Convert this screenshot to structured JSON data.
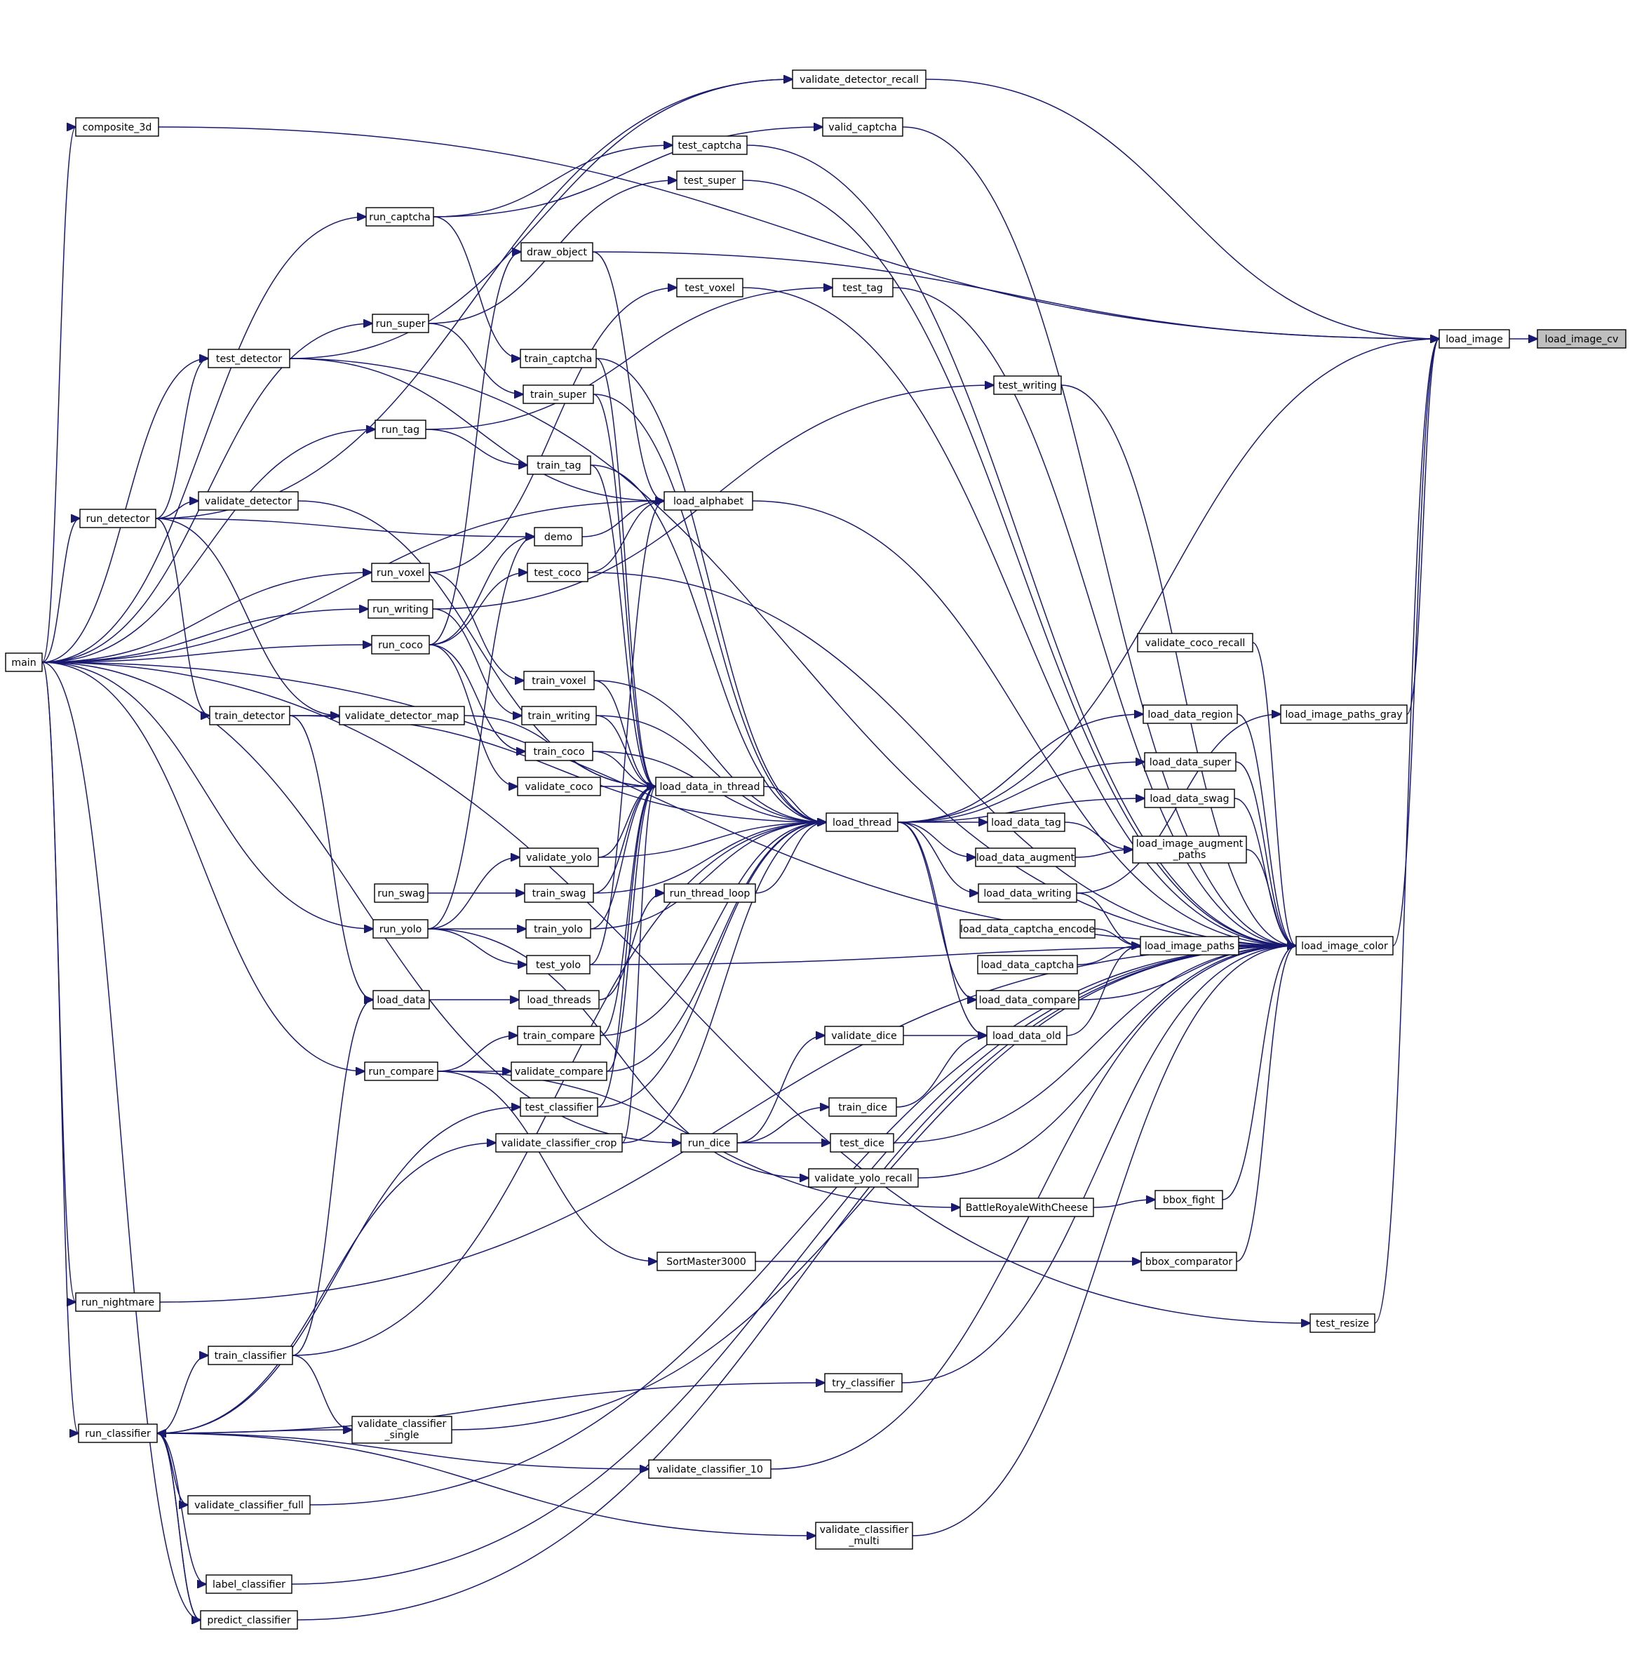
{
  "graph": {
    "type": "caller-graph",
    "root": "load_image_cv",
    "colors": {
      "edge": "#191970",
      "node_border": "#000000",
      "node_fill": "#ffffff",
      "root_fill": "#bfbfbf"
    },
    "nodes": [
      {
        "id": "load_image_cv",
        "label": "load_image_cv"
      },
      {
        "id": "load_image",
        "label": "load_image"
      },
      {
        "id": "load_image_paths_gray",
        "label": "load_image_paths_gray"
      },
      {
        "id": "test_resize",
        "label": "test_resize"
      },
      {
        "id": "load_image_color",
        "label": "load_image_color"
      },
      {
        "id": "validate_coco_recall",
        "label": "validate_coco_recall"
      },
      {
        "id": "load_data_region",
        "label": "load_data_region"
      },
      {
        "id": "load_data_super",
        "label": "load_data_super"
      },
      {
        "id": "load_data_swag",
        "label": "load_data_swag"
      },
      {
        "id": "load_image_augment_paths",
        "label": "load_image_augment\n_paths"
      },
      {
        "id": "load_image_paths",
        "label": "load_image_paths"
      },
      {
        "id": "bbox_fight",
        "label": "bbox_fight"
      },
      {
        "id": "bbox_comparator",
        "label": "bbox_comparator"
      },
      {
        "id": "load_data_tag",
        "label": "load_data_tag"
      },
      {
        "id": "load_data_augment",
        "label": "load_data_augment"
      },
      {
        "id": "load_data_writing",
        "label": "load_data_writing"
      },
      {
        "id": "load_data_captcha_encode",
        "label": "load_data_captcha_encode"
      },
      {
        "id": "load_data_captcha",
        "label": "load_data_captcha"
      },
      {
        "id": "load_data_compare",
        "label": "load_data_compare"
      },
      {
        "id": "load_data_old",
        "label": "load_data_old"
      },
      {
        "id": "validate_dice",
        "label": "validate_dice"
      },
      {
        "id": "train_dice",
        "label": "train_dice"
      },
      {
        "id": "test_dice",
        "label": "test_dice"
      },
      {
        "id": "run_dice",
        "label": "run_dice"
      },
      {
        "id": "validate_yolo_recall",
        "label": "validate_yolo_recall"
      },
      {
        "id": "BattleRoyaleWithCheese",
        "label": "BattleRoyaleWithCheese"
      },
      {
        "id": "SortMaster3000",
        "label": "SortMaster3000"
      },
      {
        "id": "try_classifier",
        "label": "try_classifier"
      },
      {
        "id": "validate_classifier_multi",
        "label": "validate_classifier\n_multi"
      },
      {
        "id": "validate_classifier_10",
        "label": "validate_classifier_10"
      },
      {
        "id": "load_thread",
        "label": "load_thread"
      },
      {
        "id": "load_data_in_thread",
        "label": "load_data_in_thread"
      },
      {
        "id": "run_thread_loop",
        "label": "run_thread_loop"
      },
      {
        "id": "load_alphabet",
        "label": "load_alphabet"
      },
      {
        "id": "test_writing",
        "label": "test_writing"
      },
      {
        "id": "validate_detector_recall",
        "label": "validate_detector_recall"
      },
      {
        "id": "valid_captcha",
        "label": "valid_captcha"
      },
      {
        "id": "test_captcha",
        "label": "test_captcha"
      },
      {
        "id": "test_super",
        "label": "test_super"
      },
      {
        "id": "test_tag",
        "label": "test_tag"
      },
      {
        "id": "test_voxel",
        "label": "test_voxel"
      },
      {
        "id": "draw_object",
        "label": "draw_object"
      },
      {
        "id": "train_captcha",
        "label": "train_captcha"
      },
      {
        "id": "train_super",
        "label": "train_super"
      },
      {
        "id": "train_tag",
        "label": "train_tag"
      },
      {
        "id": "demo",
        "label": "demo"
      },
      {
        "id": "test_coco",
        "label": "test_coco"
      },
      {
        "id": "train_voxel",
        "label": "train_voxel"
      },
      {
        "id": "train_writing",
        "label": "train_writing"
      },
      {
        "id": "train_coco",
        "label": "train_coco"
      },
      {
        "id": "validate_coco",
        "label": "validate_coco"
      },
      {
        "id": "validate_yolo",
        "label": "validate_yolo"
      },
      {
        "id": "train_swag",
        "label": "train_swag"
      },
      {
        "id": "train_yolo",
        "label": "train_yolo"
      },
      {
        "id": "test_yolo",
        "label": "test_yolo"
      },
      {
        "id": "load_threads",
        "label": "load_threads"
      },
      {
        "id": "train_compare",
        "label": "train_compare"
      },
      {
        "id": "validate_compare",
        "label": "validate_compare"
      },
      {
        "id": "test_classifier",
        "label": "test_classifier"
      },
      {
        "id": "validate_classifier_crop",
        "label": "validate_classifier_crop"
      },
      {
        "id": "composite_3d",
        "label": "composite_3d"
      },
      {
        "id": "run_captcha",
        "label": "run_captcha"
      },
      {
        "id": "run_super",
        "label": "run_super"
      },
      {
        "id": "test_detector",
        "label": "test_detector"
      },
      {
        "id": "run_tag",
        "label": "run_tag"
      },
      {
        "id": "validate_detector",
        "label": "validate_detector"
      },
      {
        "id": "run_voxel",
        "label": "run_voxel"
      },
      {
        "id": "run_writing",
        "label": "run_writing"
      },
      {
        "id": "run_coco",
        "label": "run_coco"
      },
      {
        "id": "train_detector",
        "label": "train_detector"
      },
      {
        "id": "validate_detector_map",
        "label": "validate_detector_map"
      },
      {
        "id": "run_swag",
        "label": "run_swag"
      },
      {
        "id": "run_yolo",
        "label": "run_yolo"
      },
      {
        "id": "load_data",
        "label": "load_data"
      },
      {
        "id": "run_compare",
        "label": "run_compare"
      },
      {
        "id": "run_detector",
        "label": "run_detector"
      },
      {
        "id": "main",
        "label": "main"
      },
      {
        "id": "run_nightmare",
        "label": "run_nightmare"
      },
      {
        "id": "train_classifier",
        "label": "train_classifier"
      },
      {
        "id": "run_classifier",
        "label": "run_classifier"
      },
      {
        "id": "validate_classifier_single",
        "label": "validate_classifier\n_single"
      },
      {
        "id": "validate_classifier_full",
        "label": "validate_classifier_full"
      },
      {
        "id": "label_classifier",
        "label": "label_classifier"
      },
      {
        "id": "predict_classifier",
        "label": "predict_classifier"
      }
    ],
    "edges": [
      [
        "load_image",
        "load_image_cv"
      ],
      [
        "load_image_paths_gray",
        "load_image"
      ],
      [
        "test_resize",
        "load_image"
      ],
      [
        "load_image_color",
        "load_image"
      ],
      [
        "load_thread",
        "load_image"
      ],
      [
        "draw_object",
        "load_image"
      ],
      [
        "composite_3d",
        "load_image"
      ],
      [
        "validate_detector_recall",
        "load_image"
      ],
      [
        "load_image_augment_paths",
        "load_image_color"
      ],
      [
        "load_image_paths",
        "load_image_color"
      ],
      [
        "load_data_compare",
        "load_image_color"
      ],
      [
        "validate_coco_recall",
        "load_image_color"
      ],
      [
        "load_data_region",
        "load_image_color"
      ],
      [
        "load_data_super",
        "load_image_color"
      ],
      [
        "load_data_swag",
        "load_image_color"
      ],
      [
        "bbox_fight",
        "load_image_color"
      ],
      [
        "bbox_comparator",
        "load_image_color"
      ],
      [
        "test_dice",
        "load_image_color"
      ],
      [
        "validate_yolo_recall",
        "load_image_color"
      ],
      [
        "test_yolo",
        "load_image_color"
      ],
      [
        "try_classifier",
        "load_image_color"
      ],
      [
        "validate_classifier_single",
        "load_image_color"
      ],
      [
        "validate_classifier_10",
        "load_image_color"
      ],
      [
        "validate_classifier_full",
        "load_image_color"
      ],
      [
        "validate_classifier_multi",
        "load_image_color"
      ],
      [
        "label_classifier",
        "load_image_color"
      ],
      [
        "predict_classifier",
        "load_image_color"
      ],
      [
        "run_nightmare",
        "load_image_color"
      ],
      [
        "main",
        "load_image_color"
      ],
      [
        "load_alphabet",
        "load_image_color"
      ],
      [
        "test_coco",
        "load_image_color"
      ],
      [
        "test_writing",
        "load_image_color"
      ],
      [
        "valid_captcha",
        "load_image_color"
      ],
      [
        "test_captcha",
        "load_image_color"
      ],
      [
        "test_super",
        "load_image_color"
      ],
      [
        "test_tag",
        "load_image_color"
      ],
      [
        "test_voxel",
        "load_image_color"
      ],
      [
        "test_detector",
        "load_image_color"
      ],
      [
        "load_data_writing",
        "load_image_paths_gray"
      ],
      [
        "load_data_tag",
        "load_image_augment_paths"
      ],
      [
        "load_data_augment",
        "load_image_augment_paths"
      ],
      [
        "load_data_writing",
        "load_image_paths"
      ],
      [
        "load_data_captcha_encode",
        "load_image_paths"
      ],
      [
        "load_data_captcha",
        "load_image_paths"
      ],
      [
        "load_data_old",
        "load_image_paths"
      ],
      [
        "load_thread",
        "load_data_region"
      ],
      [
        "load_thread",
        "load_data_super"
      ],
      [
        "load_thread",
        "load_data_swag"
      ],
      [
        "load_thread",
        "load_data_tag"
      ],
      [
        "load_thread",
        "load_data_augment"
      ],
      [
        "load_thread",
        "load_data_writing"
      ],
      [
        "load_thread",
        "load_data_compare"
      ],
      [
        "load_thread",
        "load_data_old"
      ],
      [
        "validate_dice",
        "load_data_old"
      ],
      [
        "train_dice",
        "load_data_old"
      ],
      [
        "run_dice",
        "validate_dice"
      ],
      [
        "run_dice",
        "train_dice"
      ],
      [
        "run_dice",
        "test_dice"
      ],
      [
        "BattleRoyaleWithCheese",
        "bbox_fight"
      ],
      [
        "SortMaster3000",
        "bbox_comparator"
      ],
      [
        "load_data_in_thread",
        "load_thread"
      ],
      [
        "run_thread_loop",
        "load_thread"
      ],
      [
        "train_captcha",
        "load_thread"
      ],
      [
        "train_super",
        "load_thread"
      ],
      [
        "train_tag",
        "load_thread"
      ],
      [
        "train_voxel",
        "load_thread"
      ],
      [
        "train_writing",
        "load_thread"
      ],
      [
        "train_coco",
        "load_thread"
      ],
      [
        "train_swag",
        "load_thread"
      ],
      [
        "train_yolo",
        "load_thread"
      ],
      [
        "train_compare",
        "load_thread"
      ],
      [
        "validate_compare",
        "load_thread"
      ],
      [
        "test_classifier",
        "load_thread"
      ],
      [
        "validate_classifier_crop",
        "load_thread"
      ],
      [
        "train_detector",
        "load_thread"
      ],
      [
        "validate_yolo",
        "load_thread"
      ],
      [
        "train_captcha",
        "load_data_in_thread"
      ],
      [
        "train_super",
        "load_data_in_thread"
      ],
      [
        "train_tag",
        "load_data_in_thread"
      ],
      [
        "train_voxel",
        "load_data_in_thread"
      ],
      [
        "train_writing",
        "load_data_in_thread"
      ],
      [
        "train_coco",
        "load_data_in_thread"
      ],
      [
        "validate_coco",
        "load_data_in_thread"
      ],
      [
        "validate_yolo",
        "load_data_in_thread"
      ],
      [
        "train_swag",
        "load_data_in_thread"
      ],
      [
        "train_yolo",
        "load_data_in_thread"
      ],
      [
        "train_compare",
        "load_data_in_thread"
      ],
      [
        "validate_compare",
        "load_data_in_thread"
      ],
      [
        "test_classifier",
        "load_data_in_thread"
      ],
      [
        "validate_classifier_crop",
        "load_data_in_thread"
      ],
      [
        "validate_detector_map",
        "load_data_in_thread"
      ],
      [
        "validate_detector",
        "load_data_in_thread"
      ],
      [
        "load_threads",
        "run_thread_loop"
      ],
      [
        "draw_object",
        "load_alphabet"
      ],
      [
        "demo",
        "load_alphabet"
      ],
      [
        "test_coco",
        "load_alphabet"
      ],
      [
        "test_yolo",
        "load_alphabet"
      ],
      [
        "test_detector",
        "load_alphabet"
      ],
      [
        "run_writing",
        "test_writing"
      ],
      [
        "test_detector",
        "validate_detector_recall"
      ],
      [
        "run_captcha",
        "valid_captcha"
      ],
      [
        "run_captcha",
        "test_captcha"
      ],
      [
        "run_super",
        "test_super"
      ],
      [
        "run_tag",
        "test_tag"
      ],
      [
        "run_voxel",
        "test_voxel"
      ],
      [
        "run_coco",
        "draw_object"
      ],
      [
        "run_captcha",
        "train_captcha"
      ],
      [
        "run_super",
        "train_super"
      ],
      [
        "run_tag",
        "train_tag"
      ],
      [
        "run_detector",
        "demo"
      ],
      [
        "run_coco",
        "demo"
      ],
      [
        "run_yolo",
        "demo"
      ],
      [
        "run_coco",
        "test_coco"
      ],
      [
        "run_voxel",
        "train_voxel"
      ],
      [
        "run_writing",
        "train_writing"
      ],
      [
        "run_coco",
        "train_coco"
      ],
      [
        "run_coco",
        "validate_coco"
      ],
      [
        "run_yolo",
        "validate_yolo"
      ],
      [
        "run_swag",
        "train_swag"
      ],
      [
        "run_yolo",
        "train_yolo"
      ],
      [
        "run_yolo",
        "test_yolo"
      ],
      [
        "run_yolo",
        "validate_yolo_recall"
      ],
      [
        "load_data",
        "load_threads"
      ],
      [
        "run_compare",
        "train_compare"
      ],
      [
        "run_compare",
        "validate_compare"
      ],
      [
        "run_compare",
        "SortMaster3000"
      ],
      [
        "run_compare",
        "BattleRoyaleWithCheese"
      ],
      [
        "run_classifier",
        "test_classifier"
      ],
      [
        "run_classifier",
        "validate_classifier_crop"
      ],
      [
        "run_detector",
        "test_detector"
      ],
      [
        "run_detector",
        "validate_detector"
      ],
      [
        "run_detector",
        "train_detector"
      ],
      [
        "run_detector",
        "validate_detector_map"
      ],
      [
        "run_detector",
        "validate_detector_recall"
      ],
      [
        "train_detector",
        "validate_detector_map"
      ],
      [
        "train_detector",
        "load_data"
      ],
      [
        "train_classifier",
        "load_data"
      ],
      [
        "train_classifier",
        "load_thread"
      ],
      [
        "train_classifier",
        "validate_classifier_single"
      ],
      [
        "main",
        "composite_3d"
      ],
      [
        "main",
        "run_captcha"
      ],
      [
        "main",
        "run_super"
      ],
      [
        "main",
        "test_detector"
      ],
      [
        "main",
        "run_tag"
      ],
      [
        "main",
        "run_voxel"
      ],
      [
        "main",
        "run_writing"
      ],
      [
        "main",
        "run_coco"
      ],
      [
        "main",
        "run_yolo"
      ],
      [
        "main",
        "run_compare"
      ],
      [
        "main",
        "run_detector"
      ],
      [
        "main",
        "run_nightmare"
      ],
      [
        "main",
        "run_classifier"
      ],
      [
        "main",
        "run_dice"
      ],
      [
        "main",
        "test_resize"
      ],
      [
        "main",
        "predict_classifier"
      ],
      [
        "main",
        "load_alphabet"
      ],
      [
        "run_classifier",
        "train_classifier"
      ],
      [
        "run_classifier",
        "try_classifier"
      ],
      [
        "run_classifier",
        "validate_classifier_single"
      ],
      [
        "run_classifier",
        "validate_classifier_10"
      ],
      [
        "run_classifier",
        "validate_classifier_full"
      ],
      [
        "run_classifier",
        "validate_classifier_multi"
      ],
      [
        "run_classifier",
        "label_classifier"
      ],
      [
        "run_classifier",
        "predict_classifier"
      ],
      [
        "predict_classifier",
        "run_classifier"
      ]
    ]
  }
}
